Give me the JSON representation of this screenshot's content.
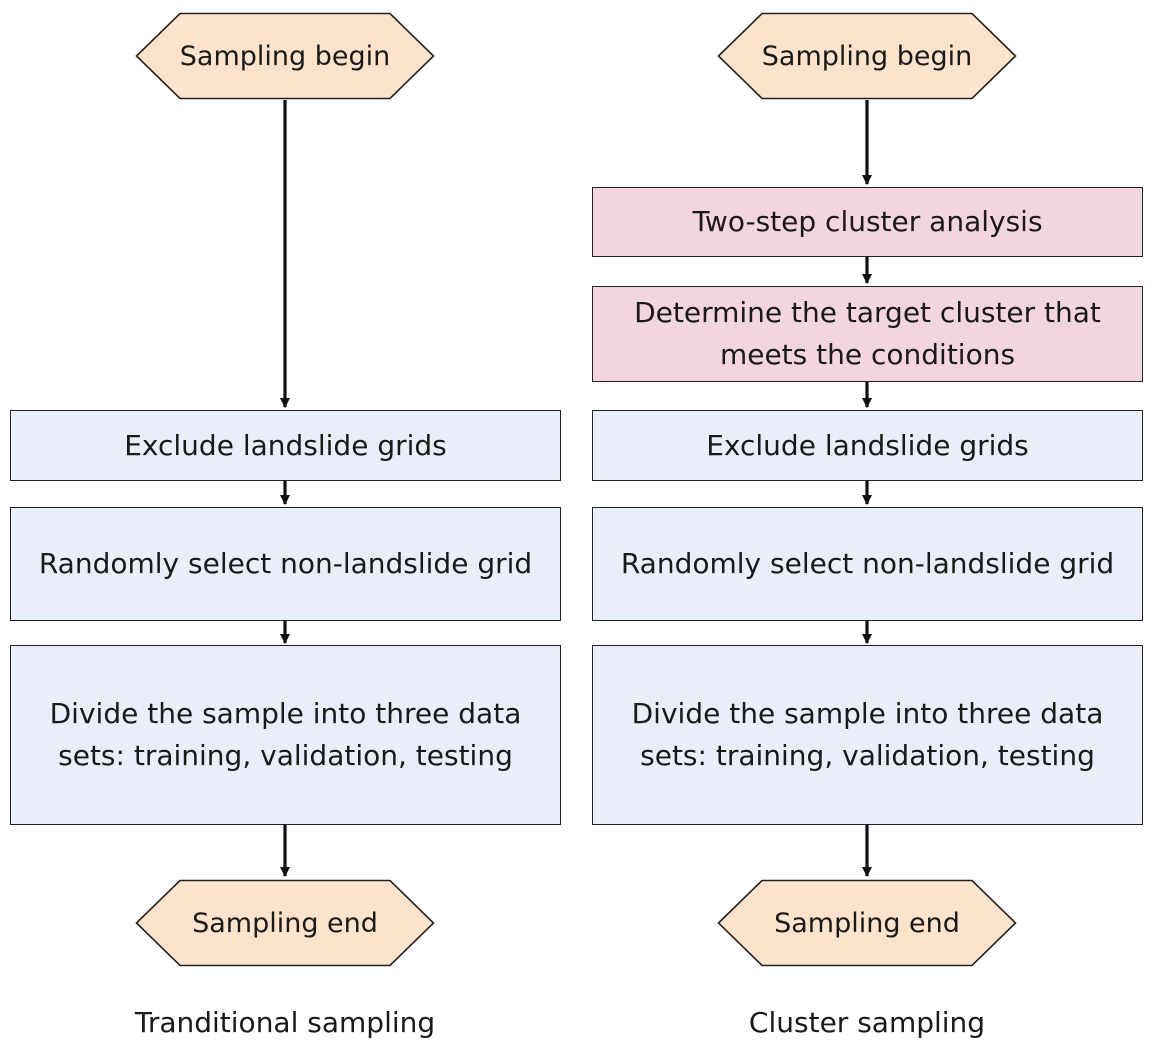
{
  "colors": {
    "terminal_fill": "#fde3cb",
    "process_fill": "#e9eef8",
    "cluster_fill": "#f3d5de",
    "stroke": "#222222"
  },
  "left": {
    "start": "Sampling begin",
    "steps": [
      "Exclude landslide grids",
      "Randomly select non-landslide grid",
      "Divide the sample into three data sets: training, validation, testing"
    ],
    "end": "Sampling end",
    "caption": "Tranditional sampling"
  },
  "right": {
    "start": "Sampling begin",
    "cluster_steps": [
      "Two-step cluster analysis",
      "Determine the target cluster that meets the conditions"
    ],
    "steps": [
      "Exclude landslide grids",
      "Randomly select non-landslide grid",
      "Divide the sample into three data sets: training, validation, testing"
    ],
    "end": "Sampling end",
    "caption": "Cluster sampling"
  }
}
